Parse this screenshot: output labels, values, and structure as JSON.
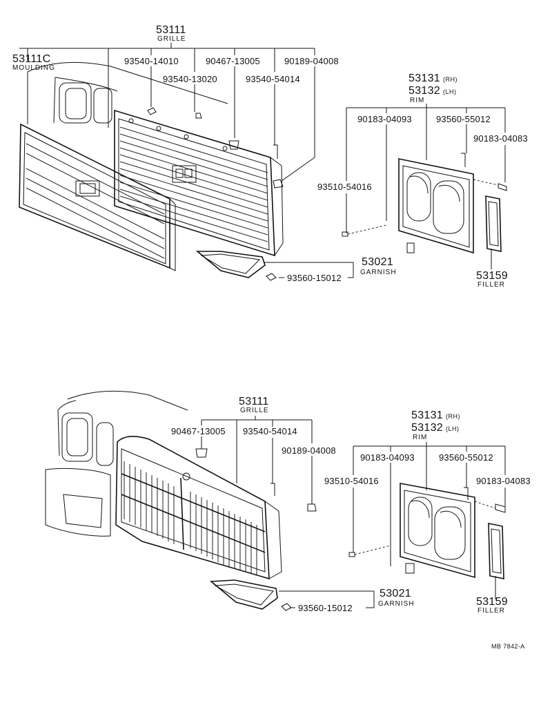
{
  "labels": {
    "top": {
      "grille_no": "53111",
      "grille_name": "GRILLE",
      "moulding_no": "53111C",
      "moulding_name": "MOULDING",
      "p_93540_14010": "93540-14010",
      "p_90467_13005": "90467-13005",
      "p_90189_04008": "90189-04008",
      "p_93540_13020": "93540-13020",
      "p_93540_54014": "93540-54014",
      "rim_rh_no": "53131",
      "rim_rh_sfx": "(RH)",
      "rim_lh_no": "53132",
      "rim_lh_sfx": "(LH)",
      "rim_name": "RIM",
      "p_90183_04093": "90183-04093",
      "p_93560_55012": "93560-55012",
      "p_90183_04083": "90183-04083",
      "p_93510_54016": "93510-54016",
      "garnish_no": "53021",
      "garnish_name": "GARNISH",
      "p_93560_15012": "93560-15012",
      "filler_no": "53159",
      "filler_name": "FILLER"
    },
    "bottom": {
      "grille_no": "53111",
      "grille_name": "GRILLE",
      "p_90467_13005": "90467-13005",
      "p_93540_54014": "93540-54014",
      "p_90189_04008": "90189-04008",
      "rim_rh_no": "53131",
      "rim_rh_sfx": "(RH)",
      "rim_lh_no": "53132",
      "rim_lh_sfx": "(LH)",
      "rim_name": "RIM",
      "p_90183_04093": "90183-04093",
      "p_93560_55012": "93560-55012",
      "p_93510_54016": "93510-54016",
      "p_90183_04083": "90183-04083",
      "garnish_no": "53021",
      "garnish_name": "GARNISH",
      "p_93560_15012": "93560-15012",
      "filler_no": "53159",
      "filler_name": "FILLER"
    },
    "ref_code": "MB 7842-A"
  }
}
